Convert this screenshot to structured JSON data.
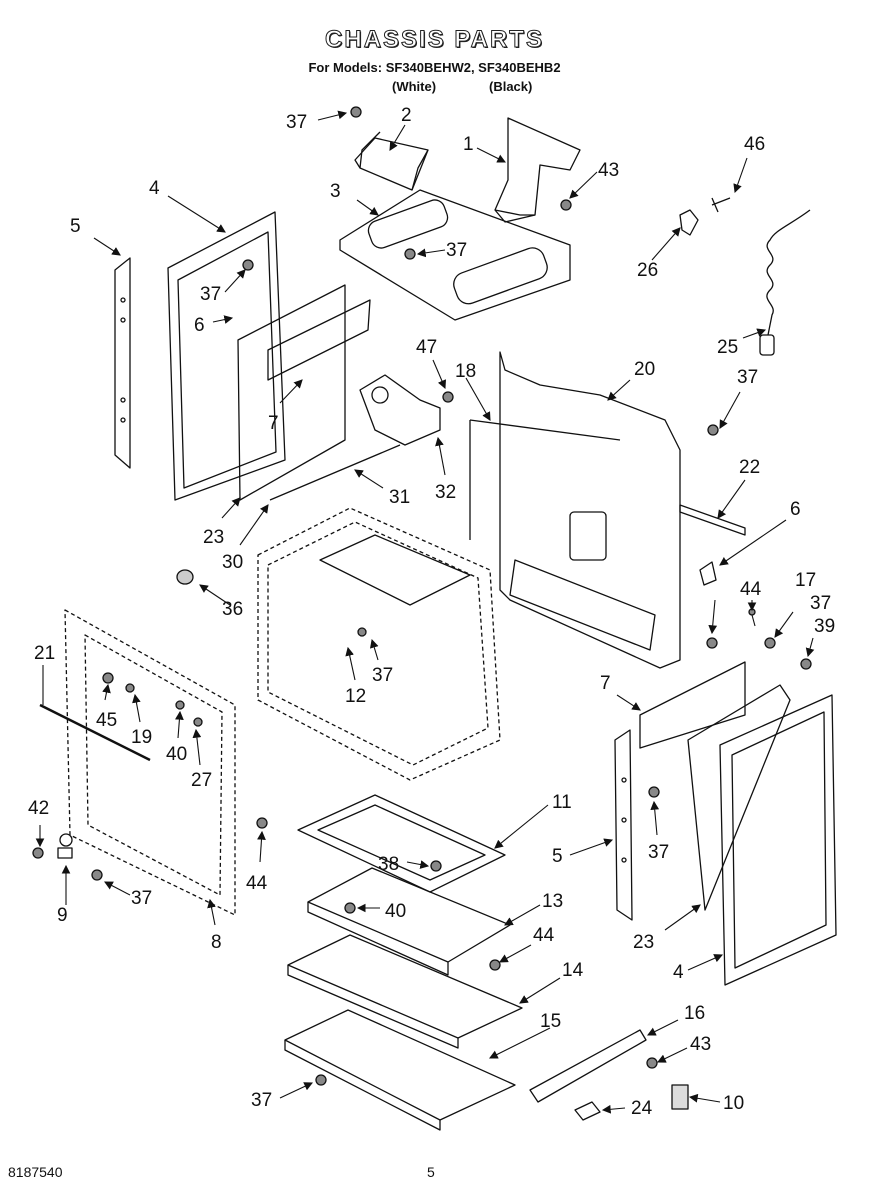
{
  "header": {
    "title": "CHASSIS PARTS",
    "models_line": "For Models: SF340BEHW2, SF340BEHB2",
    "white_label": "(White)",
    "black_label": "(Black)"
  },
  "callouts": {
    "c1": "1",
    "c2": "2",
    "c3": "3",
    "c4a": "4",
    "c4b": "4",
    "c5a": "5",
    "c5b": "5",
    "c6a": "6",
    "c6b": "6",
    "c7a": "7",
    "c7b": "7",
    "c8": "8",
    "c9": "9",
    "c10": "10",
    "c11": "11",
    "c12": "12",
    "c13": "13",
    "c14": "14",
    "c15": "15",
    "c16": "16",
    "c17": "17",
    "c18": "18",
    "c19": "19",
    "c20": "20",
    "c21": "21",
    "c22": "22",
    "c23a": "23",
    "c23b": "23",
    "c24": "24",
    "c25": "25",
    "c26": "26",
    "c27": "27",
    "c30": "30",
    "c31": "31",
    "c32": "32",
    "c36": "36",
    "c37a": "37",
    "c37b": "37",
    "c37c": "37",
    "c37d": "37",
    "c37e": "37",
    "c37f": "37",
    "c37g": "37",
    "c37h": "37",
    "c37i": "37",
    "c38": "38",
    "c39": "39",
    "c40a": "40",
    "c40b": "40",
    "c42": "42",
    "c43a": "43",
    "c43b": "43",
    "c44a": "44",
    "c44b": "44",
    "c44c": "44",
    "c45": "45",
    "c46": "46",
    "c47": "47"
  },
  "footer": {
    "doc_number": "8187540",
    "page_number": "5"
  }
}
